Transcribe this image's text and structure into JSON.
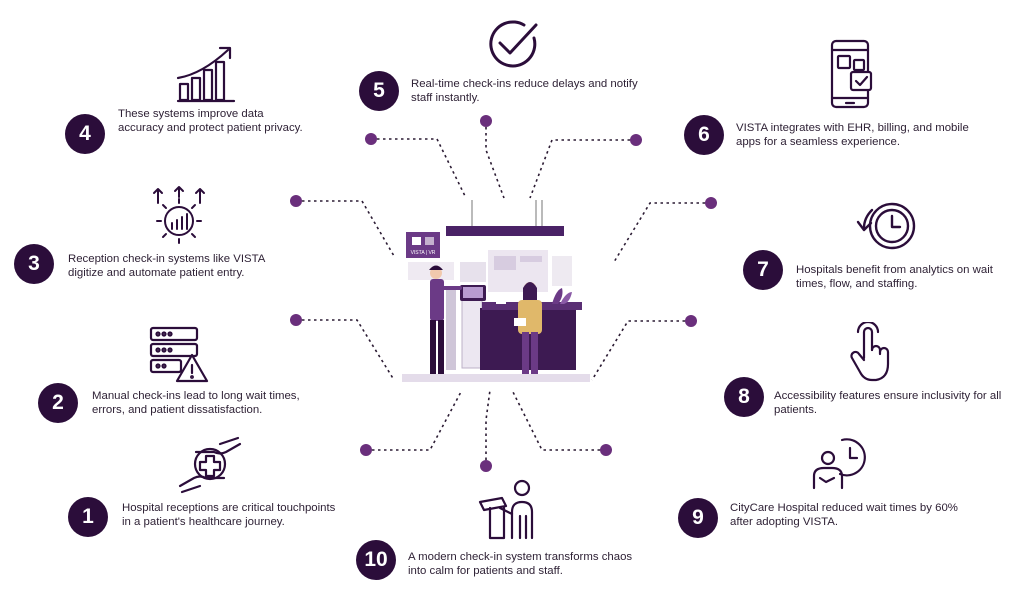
{
  "colors": {
    "primary": "#2b0d3a",
    "accent": "#6b3a86",
    "dot": "#6a2f7c",
    "connector": "#2b1b33",
    "text": "#2f2236"
  },
  "items": [
    {
      "number": "1",
      "icon": "care-hands-icon",
      "text": "Hospital receptions are critical touchpoints in a patient's healthcare journey."
    },
    {
      "number": "2",
      "icon": "server-warning-icon",
      "text": "Manual check-ins lead to long wait times, errors, and patient dissatisfaction."
    },
    {
      "number": "3",
      "icon": "automation-gear-icon",
      "text": "Reception check-in systems like VISTA digitize and automate patient entry."
    },
    {
      "number": "4",
      "icon": "growth-chart-icon",
      "text": "These systems improve data accuracy and protect patient privacy."
    },
    {
      "number": "5",
      "icon": "check-circle-icon",
      "text": "Real-time check-ins reduce delays and notify staff instantly."
    },
    {
      "number": "6",
      "icon": "mobile-apps-icon",
      "text": "VISTA integrates with EHR, billing, and mobile apps for a seamless experience."
    },
    {
      "number": "7",
      "icon": "clock-history-icon",
      "text": "Hospitals benefit from analytics on wait times, flow, and staffing."
    },
    {
      "number": "8",
      "icon": "tap-hand-icon",
      "text": "Accessibility features ensure inclusivity for all patients."
    },
    {
      "number": "9",
      "icon": "clock-person-icon",
      "text": "CityCare Hospital reduced wait times by 60% after adopting VISTA."
    },
    {
      "number": "10",
      "icon": "kiosk-user-icon",
      "text": "A modern check-in system transforms chaos into calm for patients and staff."
    }
  ],
  "illustration": {
    "icon": "reception-kiosk-illustration",
    "sign_label": "VISTA | VR"
  }
}
